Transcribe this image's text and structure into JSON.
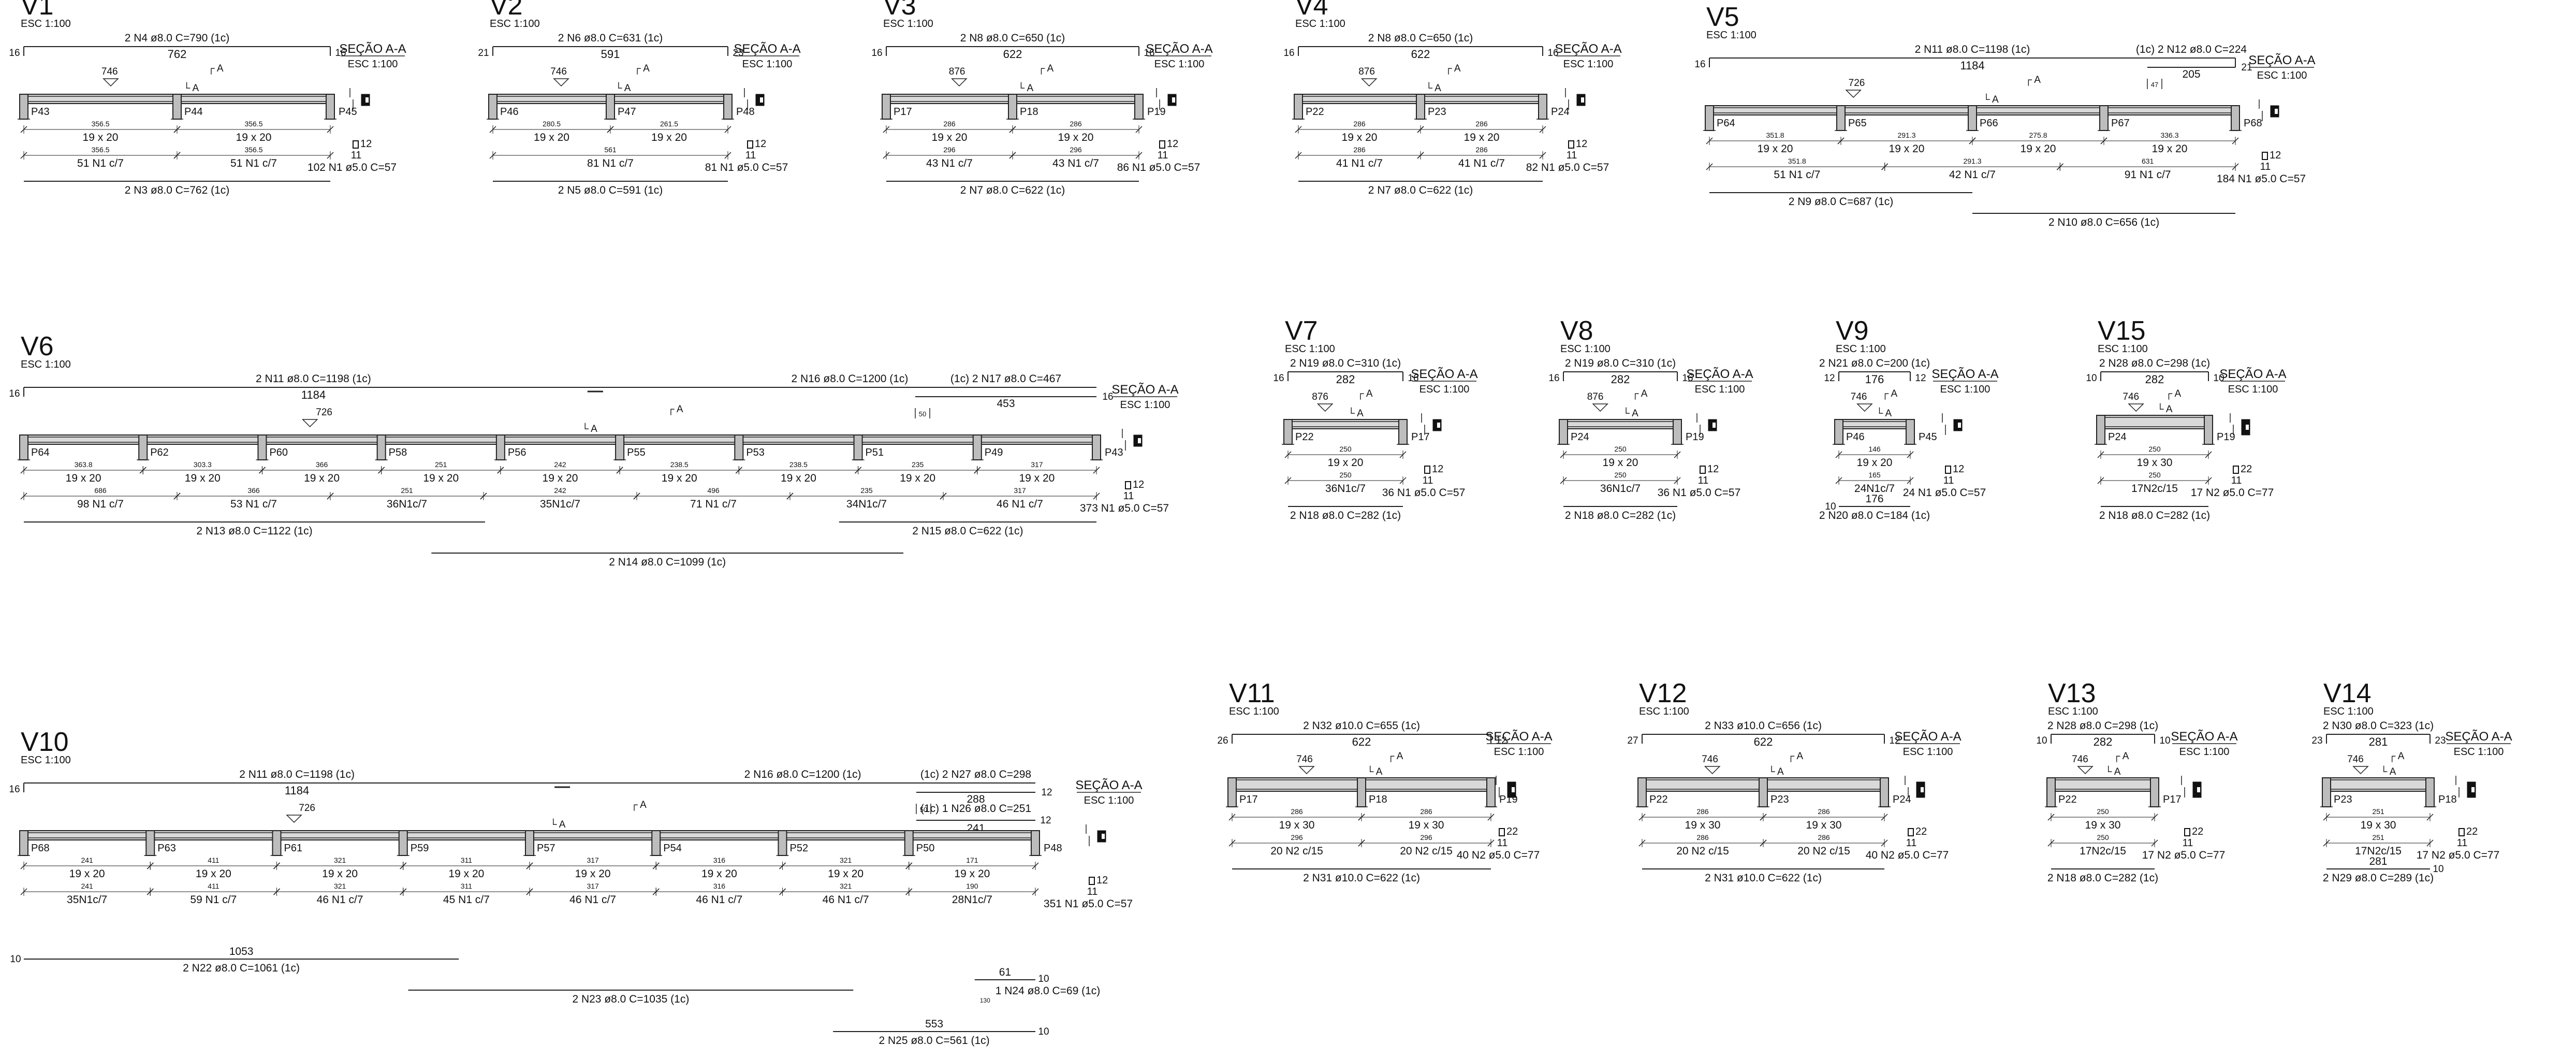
{
  "beams": [
    {
      "id": "V1",
      "name": "V1",
      "scale": "ESC 1:100",
      "top_bars": [
        {
          "text": "2 N4 ø8.0 C=790  (1c)",
          "length": "762",
          "hooks": [
            "16",
            "16"
          ]
        }
      ],
      "extra_top": [],
      "pillars": [
        "P43",
        "P44",
        "P45"
      ],
      "dims": [
        "356.5",
        "356.5"
      ],
      "sections": [
        "19 x 20",
        "19 x 20"
      ],
      "spacing_dims": [
        "356.5",
        "356.5"
      ],
      "stirrups": [
        "51 N1 c/7",
        "51 N1 c/7"
      ],
      "bottom_bars": [
        {
          "text": "2 N3 ø8.0 C=762  (1c)",
          "length": ""
        }
      ],
      "section": {
        "title": "SEÇÃO A-A",
        "scale": "ESC 1:100",
        "n1": "12",
        "n2": "11",
        "stirrup": "102 N1 ø5.0 C=57"
      }
    },
    {
      "id": "V2",
      "name": "V2",
      "scale": "ESC 1:100",
      "top_bars": [
        {
          "text": "2 N6 ø8.0 C=631  (1c)",
          "length": "591",
          "hooks": [
            "21",
            "23"
          ]
        }
      ],
      "extra_top": [],
      "pillars": [
        "P46",
        "P47",
        "P48"
      ],
      "dims": [
        "280.5",
        "261.5"
      ],
      "sections": [
        "19 x 20",
        "19 x 20"
      ],
      "spacing_dims": [
        "561"
      ],
      "stirrups": [
        "81 N1 c/7"
      ],
      "bottom_bars": [
        {
          "text": "2 N5 ø8.0 C=591  (1c)",
          "length": ""
        }
      ],
      "section": {
        "title": "SEÇÃO A-A",
        "scale": "ESC 1:100",
        "n1": "12",
        "n2": "11",
        "stirrup": "81 N1 ø5.0 C=57"
      }
    },
    {
      "id": "V3",
      "name": "V3",
      "scale": "ESC 1:100",
      "top_bars": [
        {
          "text": "2 N8 ø8.0 C=650  (1c)",
          "length": "622",
          "hooks": [
            "16",
            "16"
          ]
        }
      ],
      "extra_top": [],
      "pillars": [
        "P17",
        "P18",
        "P19"
      ],
      "dims": [
        "286",
        "286"
      ],
      "sections": [
        "19 x 20",
        "19 x 20"
      ],
      "spacing_dims": [
        "296",
        "296"
      ],
      "stirrups": [
        "43 N1 c/7",
        "43 N1 c/7"
      ],
      "bottom_bars": [
        {
          "text": "2 N7 ø8.0 C=622  (1c)",
          "length": ""
        }
      ],
      "section": {
        "title": "SEÇÃO A-A",
        "scale": "ESC 1:100",
        "n1": "12",
        "n2": "11",
        "stirrup": "86 N1 ø5.0 C=57"
      }
    },
    {
      "id": "V4",
      "name": "V4",
      "scale": "ESC 1:100",
      "top_bars": [
        {
          "text": "2 N8 ø8.0 C=650  (1c)",
          "length": "622",
          "hooks": [
            "16",
            "16"
          ]
        }
      ],
      "extra_top": [],
      "pillars": [
        "P22",
        "P23",
        "P24"
      ],
      "dims": [
        "286",
        "286"
      ],
      "sections": [
        "19 x 20",
        "19 x 20"
      ],
      "spacing_dims": [
        "286",
        "286"
      ],
      "stirrups": [
        "41 N1 c/7",
        "41 N1 c/7"
      ],
      "bottom_bars": [
        {
          "text": "2 N7 ø8.0 C=622  (1c)",
          "length": ""
        }
      ],
      "section": {
        "title": "SEÇÃO A-A",
        "scale": "ESC 1:100",
        "n1": "12",
        "n2": "11",
        "stirrup": "82 N1 ø5.0 C=57"
      }
    },
    {
      "id": "V5",
      "name": "V5",
      "scale": "ESC 1:100",
      "top_bars": [
        {
          "text": "2 N11 ø8.0 C=1198 (1c)",
          "length": "1184",
          "hooks": [
            "16",
            ""
          ]
        }
      ],
      "extra_top": [
        {
          "text": "(1c)  2 N12 ø8.0 C=224",
          "length": "205",
          "hooks": [
            "",
            "21"
          ],
          "small": "47"
        }
      ],
      "pillars": [
        "P64",
        "P65",
        "P66",
        "P67",
        "P68"
      ],
      "dims": [
        "351.8",
        "291.3",
        "275.8",
        "336.3"
      ],
      "sections": [
        "19 x 20",
        "19 x 20",
        "19 x 20",
        "19 x 20"
      ],
      "spacing_dims": [
        "351.8",
        "291.3",
        "631"
      ],
      "stirrups": [
        "51 N1 c/7",
        "42 N1 c/7",
        "91 N1 c/7"
      ],
      "bottom_bars": [
        {
          "text": "2 N9 ø8.0 C=687  (1c)",
          "length": ""
        },
        {
          "text": "2 N10 ø8.0 C=656 (1c)",
          "length": ""
        }
      ],
      "section": {
        "title": "SEÇÃO A-A",
        "scale": "ESC 1:100",
        "n1": "12",
        "n2": "11",
        "stirrup": "184 N1 ø5.0 C=57"
      }
    },
    {
      "id": "V6",
      "name": "V6",
      "scale": "ESC 1:100",
      "top_bars": [
        {
          "text": "2 N11 ø8.0 C=1198 (1c)",
          "length": "1184",
          "hooks": [
            "16",
            ""
          ]
        },
        {
          "text": "2 N16 ø8.0 C=1200  (1c)",
          "length": "",
          "hooks": [
            "",
            ""
          ]
        }
      ],
      "extra_top": [
        {
          "text": "(1c)  2 N17 ø8.0 C=467",
          "length": "453",
          "hooks": [
            "",
            "16"
          ],
          "small": "50"
        }
      ],
      "pillars": [
        "P64",
        "P62",
        "P60",
        "P58",
        "P56",
        "P55",
        "P53",
        "P51",
        "P49",
        "P43"
      ],
      "dims": [
        "363.8",
        "303.3",
        "366",
        "251",
        "242",
        "238.5",
        "238.5",
        "235",
        "317"
      ],
      "sections": [
        "19 x 20",
        "19 x 20",
        "19 x 20",
        "19 x 20",
        "19 x 20",
        "19 x 20",
        "19 x 20",
        "19 x 20",
        "19 x 20"
      ],
      "spacing_dims": [
        "686",
        "366",
        "251",
        "242",
        "496",
        "235",
        "317"
      ],
      "stirrups": [
        "98 N1 c/7",
        "53 N1 c/7",
        "36N1c/7",
        "35N1c/7",
        "71 N1 c/7",
        "34N1c/7",
        "46 N1 c/7"
      ],
      "bottom_bars": [
        {
          "text": "2 N13 ø8.0 C=1122 (1c)",
          "length": ""
        },
        {
          "text": "2 N14 ø8.0 C=1099 (1c)",
          "length": ""
        },
        {
          "text": "2 N15 ø8.0 C=622 (1c)",
          "length": ""
        }
      ],
      "section": {
        "title": "SEÇÃO A-A",
        "scale": "ESC 1:100",
        "n1": "12",
        "n2": "11",
        "stirrup": "373 N1 ø5.0 C=57"
      }
    },
    {
      "id": "V7",
      "name": "V7",
      "scale": "ESC 1:100",
      "top_bars": [
        {
          "text": "2 N19 ø8.0 C=310 (1c)",
          "length": "282",
          "hooks": [
            "16",
            "16"
          ]
        }
      ],
      "extra_top": [],
      "pillars": [
        "P22",
        "P17"
      ],
      "dims": [
        "250"
      ],
      "sections": [
        "19 x 20"
      ],
      "spacing_dims": [
        "250"
      ],
      "stirrups": [
        "36N1c/7"
      ],
      "bottom_bars": [
        {
          "text": "2 N18 ø8.0 C=282 (1c)",
          "length": ""
        }
      ],
      "section": {
        "title": "SEÇÃO A-A",
        "scale": "ESC 1:100",
        "n1": "12",
        "n2": "11",
        "stirrup": "36 N1 ø5.0 C=57"
      }
    },
    {
      "id": "V8",
      "name": "V8",
      "scale": "ESC 1:100",
      "top_bars": [
        {
          "text": "2 N19 ø8.0 C=310 (1c)",
          "length": "282",
          "hooks": [
            "16",
            "16"
          ]
        }
      ],
      "extra_top": [],
      "pillars": [
        "P24",
        "P19"
      ],
      "dims": [
        "250"
      ],
      "sections": [
        "19 x 20"
      ],
      "spacing_dims": [
        "250"
      ],
      "stirrups": [
        "36N1c/7"
      ],
      "bottom_bars": [
        {
          "text": "2 N18 ø8.0 C=282 (1c)",
          "length": ""
        }
      ],
      "section": {
        "title": "SEÇÃO A-A",
        "scale": "ESC 1:100",
        "n1": "12",
        "n2": "11",
        "stirrup": "36 N1 ø5.0 C=57"
      }
    },
    {
      "id": "V9",
      "name": "V9",
      "scale": "ESC 1:100",
      "top_bars": [
        {
          "text": "2 N21 ø8.0 C=200 (1c)",
          "length": "176",
          "hooks": [
            "12",
            "12"
          ]
        }
      ],
      "extra_top": [],
      "pillars": [
        "P46",
        "P45"
      ],
      "dims": [
        "146"
      ],
      "sections": [
        "19 x 20"
      ],
      "spacing_dims": [
        "165"
      ],
      "stirrups": [
        "24N1c/7"
      ],
      "bottom_bars": [
        {
          "text": "2 N20 ø8.0 C=184 (1c)",
          "length": "176",
          "hooks": [
            "10",
            ""
          ]
        }
      ],
      "section": {
        "title": "SEÇÃO A-A",
        "scale": "ESC 1:100",
        "n1": "12",
        "n2": "11",
        "stirrup": "24 N1 ø5.0 C=57"
      }
    },
    {
      "id": "V15",
      "name": "V15",
      "scale": "ESC 1:100",
      "top_bars": [
        {
          "text": "2 N28 ø8.0 C=298 (1c)",
          "length": "282",
          "hooks": [
            "10",
            "10"
          ]
        }
      ],
      "extra_top": [],
      "pillars": [
        "P24",
        "P19"
      ],
      "dims": [
        "250"
      ],
      "sections": [
        "19 x 30"
      ],
      "spacing_dims": [
        "250"
      ],
      "stirrups": [
        "17N2c/15"
      ],
      "bottom_bars": [
        {
          "text": "2 N18 ø8.0 C=282 (1c)",
          "length": ""
        }
      ],
      "section": {
        "title": "SEÇÃO A-A",
        "scale": "ESC 1:100",
        "n1": "22",
        "n2": "11",
        "stirrup": "17 N2 ø5.0 C=77"
      }
    },
    {
      "id": "V10",
      "name": "V10",
      "scale": "ESC 1:100",
      "top_bars": [
        {
          "text": "2 N11 ø8.0 C=1198 (1c)",
          "length": "1184",
          "hooks": [
            "16",
            ""
          ]
        },
        {
          "text": "2 N16 ø8.0 C=1200  (1c)",
          "length": "",
          "hooks": [
            "",
            ""
          ]
        }
      ],
      "extra_top": [
        {
          "text": "(1c)  2 N27 ø8.0 C=298",
          "length": "288",
          "hooks": [
            "",
            "12"
          ],
          "small": "50"
        },
        {
          "text": "(1c)  1 N26 ø8.0 C=251",
          "length": "241",
          "hooks": [
            "",
            "12"
          ],
          "small": ""
        }
      ],
      "pillars": [
        "P68",
        "P63",
        "P61",
        "P59",
        "P57",
        "P54",
        "P52",
        "P50",
        "P48"
      ],
      "dims": [
        "241",
        "411",
        "321",
        "311",
        "317",
        "316",
        "321",
        "171"
      ],
      "sections": [
        "19 x 20",
        "19 x 20",
        "19 x 20",
        "19 x 20",
        "19 x 20",
        "19 x 20",
        "19 x 20",
        "19 x 20"
      ],
      "spacing_dims": [
        "241",
        "411",
        "321",
        "311",
        "317",
        "316",
        "321",
        "190"
      ],
      "stirrups": [
        "35N1c/7",
        "59 N1 c/7",
        "46 N1 c/7",
        "45 N1 c/7",
        "46 N1 c/7",
        "46 N1 c/7",
        "46 N1 c/7",
        "28N1c/7"
      ],
      "bottom_bars": [
        {
          "text": "2 N22 ø8.0 C=1061 (1c)",
          "length": "1053",
          "hooks": [
            "10",
            ""
          ]
        },
        {
          "text": "2 N23 ø8.0 C=1035 (1c)",
          "length": ""
        },
        {
          "text": "2 N25 ø8.0 C=561 (1c)",
          "length": "553",
          "hooks": [
            "",
            "10"
          ]
        }
      ],
      "extra_bottom": {
        "text": "1 N24 ø8.0 C=69  (1c)",
        "length": "61",
        "hook": "10",
        "small": "130"
      },
      "section": {
        "title": "SEÇÃO A-A",
        "scale": "ESC 1:100",
        "n1": "12",
        "n2": "11",
        "stirrup": "351 N1 ø5.0 C=57"
      }
    },
    {
      "id": "V11",
      "name": "V11",
      "scale": "ESC 1:100",
      "top_bars": [
        {
          "text": "2 N32 ø10.0 C=655 (1c)",
          "length": "622",
          "hooks": [
            "26",
            "12"
          ]
        }
      ],
      "extra_top": [],
      "pillars": [
        "P17",
        "P18",
        "P19"
      ],
      "dims": [
        "286",
        "286"
      ],
      "sections": [
        "19 x 30",
        "19 x 30"
      ],
      "spacing_dims": [
        "296",
        "296"
      ],
      "stirrups": [
        "20 N2 c/15",
        "20 N2 c/15"
      ],
      "bottom_bars": [
        {
          "text": "2 N31 ø10.0 C=622 (1c)",
          "length": ""
        }
      ],
      "section": {
        "title": "SEÇÃO A-A",
        "scale": "ESC 1:100",
        "n1": "22",
        "n2": "11",
        "stirrup": "40 N2 ø5.0 C=77"
      }
    },
    {
      "id": "V12",
      "name": "V12",
      "scale": "ESC 1:100",
      "top_bars": [
        {
          "text": "2 N33 ø10.0 C=656 (1c)",
          "length": "622",
          "hooks": [
            "27",
            "12"
          ]
        }
      ],
      "extra_top": [],
      "pillars": [
        "P22",
        "P23",
        "P24"
      ],
      "dims": [
        "286",
        "286"
      ],
      "sections": [
        "19 x 30",
        "19 x 30"
      ],
      "spacing_dims": [
        "286",
        "286"
      ],
      "stirrups": [
        "20 N2 c/15",
        "20 N2 c/15"
      ],
      "bottom_bars": [
        {
          "text": "2 N31 ø10.0 C=622 (1c)",
          "length": ""
        }
      ],
      "section": {
        "title": "SEÇÃO A-A",
        "scale": "ESC 1:100",
        "n1": "22",
        "n2": "11",
        "stirrup": "40 N2 ø5.0 C=77"
      }
    },
    {
      "id": "V13",
      "name": "V13",
      "scale": "ESC 1:100",
      "top_bars": [
        {
          "text": "2 N28 ø8.0 C=298 (1c)",
          "length": "282",
          "hooks": [
            "10",
            "10"
          ]
        }
      ],
      "extra_top": [],
      "pillars": [
        "P22",
        "P17"
      ],
      "dims": [
        "250"
      ],
      "sections": [
        "19 x 30"
      ],
      "spacing_dims": [
        "250"
      ],
      "stirrups": [
        "17N2c/15"
      ],
      "bottom_bars": [
        {
          "text": "2 N18 ø8.0 C=282 (1c)",
          "length": ""
        }
      ],
      "section": {
        "title": "SEÇÃO A-A",
        "scale": "ESC 1:100",
        "n1": "22",
        "n2": "11",
        "stirrup": "17 N2 ø5.0 C=77"
      }
    },
    {
      "id": "V14",
      "name": "V14",
      "scale": "ESC 1:100",
      "top_bars": [
        {
          "text": "2 N30 ø8.0 C=323 (1c)",
          "length": "281",
          "hooks": [
            "23",
            "23"
          ]
        }
      ],
      "extra_top": [],
      "pillars": [
        "P23",
        "P18"
      ],
      "dims": [
        "251"
      ],
      "sections": [
        "19 x 30"
      ],
      "spacing_dims": [
        "251"
      ],
      "stirrups": [
        "17N2c/15"
      ],
      "bottom_bars": [
        {
          "text": "2 N29 ø8.0 C=289 (1c)",
          "length": "281",
          "hooks": [
            "",
            "10"
          ]
        }
      ],
      "section": {
        "title": "SEÇÃO A-A",
        "scale": "ESC 1:100",
        "n1": "22",
        "n2": "11",
        "stirrup": "17 N2 ø5.0 C=77"
      }
    }
  ],
  "labels": {
    "section_mark": "A",
    "dim_726": "726",
    "dim_746": "746",
    "dim_876": "876"
  }
}
